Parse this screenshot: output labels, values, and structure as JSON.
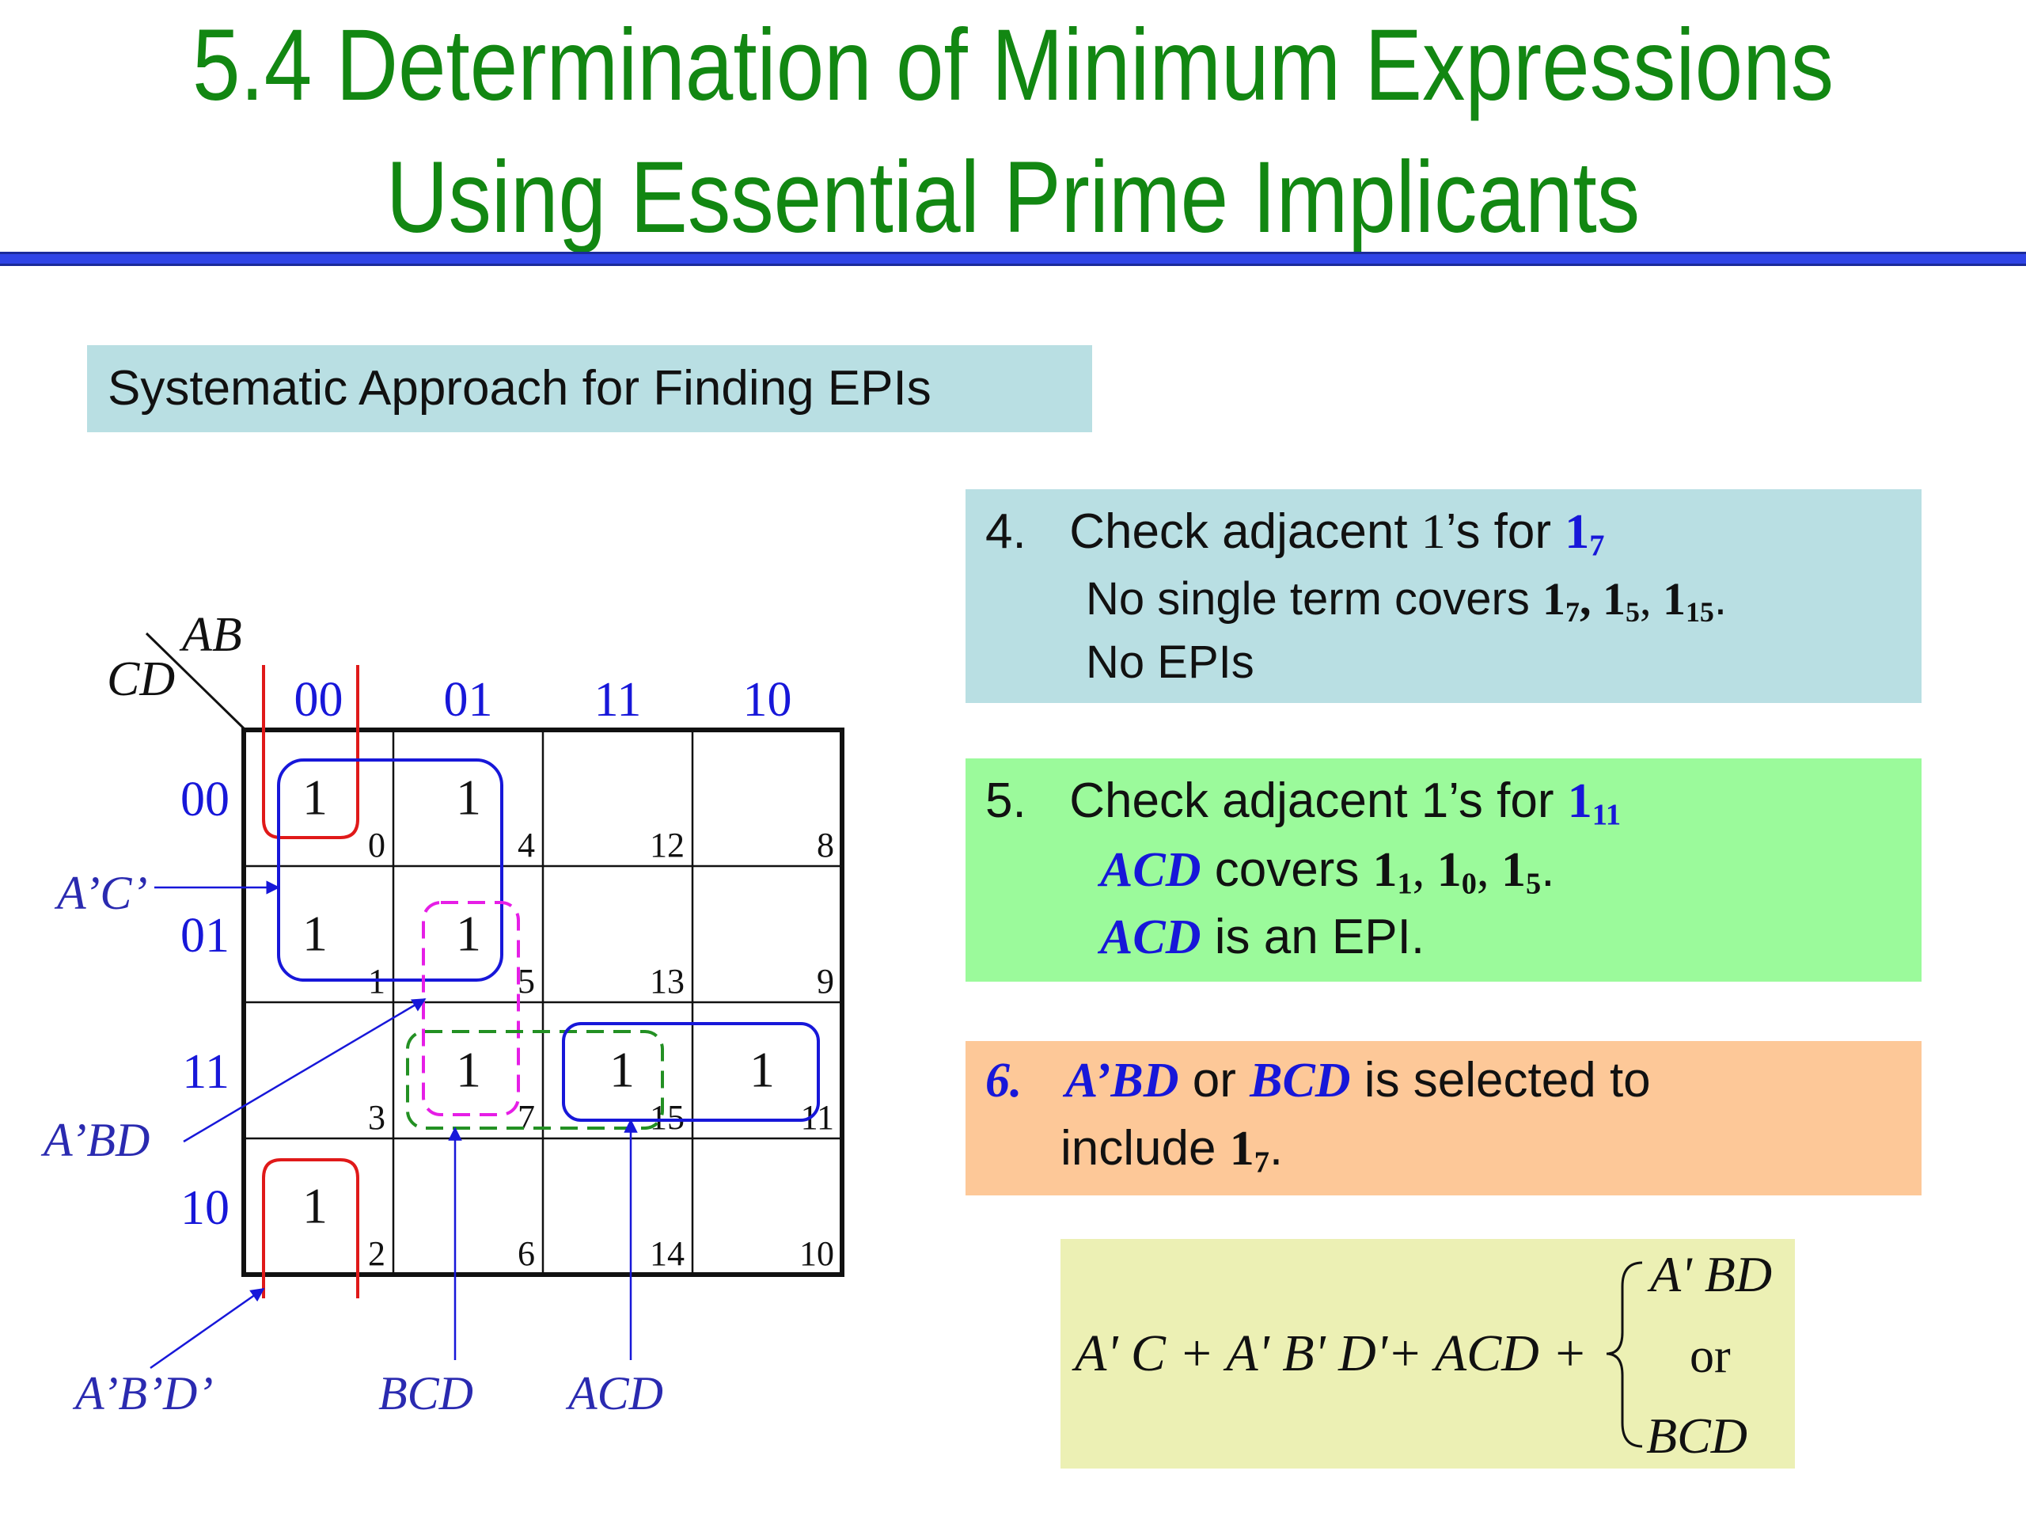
{
  "title": {
    "line1": "5.4   Determination of Minimum Expressions",
    "line2": "Using Essential Prime Implicants"
  },
  "subtitle": "Systematic Approach for Finding EPIs",
  "colors": {
    "title_green": "#128712",
    "rule_blue": "#2f44e6",
    "label_blue": "#1717d9",
    "loop_red": "#e01919",
    "loop_magenta": "#e61ee6",
    "loop_green": "#239023",
    "box4_bg": "#b9dfe3",
    "box5_bg": "#9bfa9b",
    "box6_bg": "#fdc898",
    "eq_bg": "#ecf0b4"
  },
  "step4": {
    "num": "4.",
    "text1": "Check adjacent ",
    "one": "1",
    "text2": "’s for ",
    "target": "1",
    "target_sub": "7",
    "line2_text": "No single term covers ",
    "c1": "1",
    "c1_sub": "7",
    "sep1": ", ",
    "c2": "1",
    "c2_sub": "5",
    "sep2": ", ",
    "c3": "1",
    "c3_sub": "15",
    "end": ".",
    "line3": "No EPIs"
  },
  "step5": {
    "num": "5.",
    "text1": "Check adjacent 1’s for ",
    "target": "1",
    "target_sub": "11",
    "term": "ACD",
    "covers": " covers ",
    "c1": "1",
    "c1_sub": "1",
    "sep1": ", ",
    "c2": "1",
    "c2_sub": "0",
    "sep2": ", ",
    "c3": "1",
    "c3_sub": "5",
    "end": ".",
    "term2": "ACD",
    "is_epi": " is an EPI."
  },
  "step6": {
    "num": "6.",
    "term1": "A’BD",
    "or": " or ",
    "term2": "BCD",
    "rest": " is selected to",
    "line2": "include ",
    "target": "1",
    "target_sub": "7",
    "end": "."
  },
  "equation": {
    "main": "A' C + A' B' D'+ ACD +",
    "top": "A' BD",
    "mid": "or",
    "bottom": "BCD"
  },
  "kmap": {
    "row_var": "AB",
    "col_var": "CD",
    "col_headers": [
      "00",
      "01",
      "11",
      "10"
    ],
    "row_headers": [
      "00",
      "01",
      "11",
      "10"
    ],
    "cells": [
      [
        "1",
        "1",
        "",
        ""
      ],
      [
        "1",
        "1",
        "",
        ""
      ],
      [
        "",
        "1",
        "1",
        "1"
      ],
      [
        "1",
        "",
        "",
        ""
      ]
    ],
    "minterms": [
      [
        "0",
        "4",
        "12",
        "8"
      ],
      [
        "1",
        "5",
        "13",
        "9"
      ],
      [
        "3",
        "7",
        "15",
        "11"
      ],
      [
        "2",
        "6",
        "14",
        "10"
      ]
    ],
    "labels": {
      "ac": "A’C’",
      "abd": "A’BD",
      "abd_bar": "A’B’D’",
      "bcd": "BCD",
      "acd": "ACD"
    }
  }
}
